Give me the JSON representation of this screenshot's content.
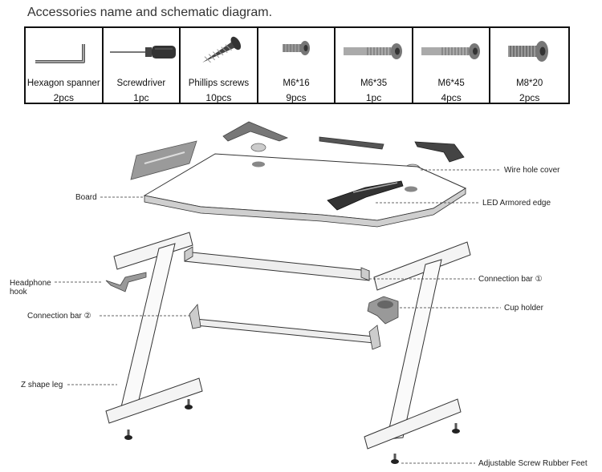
{
  "title": "Accessories name and schematic diagram.",
  "accessories": [
    {
      "name": "Hexagon spanner",
      "qty": "2pcs",
      "icon": "hex-key-icon"
    },
    {
      "name": "Screwdriver",
      "qty": "1pc",
      "icon": "screwdriver-icon"
    },
    {
      "name": "Phillips screws",
      "qty": "10pcs",
      "icon": "wood-screw-icon"
    },
    {
      "name": "M6*16",
      "qty": "9pcs",
      "icon": "bolt-icon"
    },
    {
      "name": "M6*35",
      "qty": "1pc",
      "icon": "bolt-icon"
    },
    {
      "name": "M6*45",
      "qty": "4pcs",
      "icon": "bolt-icon"
    },
    {
      "name": "M8*20",
      "qty": "2pcs",
      "icon": "bolt-icon"
    }
  ],
  "labels": {
    "board": "Board",
    "headphone_hook_line1": "Headphone",
    "headphone_hook_line2": "hook",
    "connection_bar_2": "Connection bar ②",
    "z_shape_leg": "Z shape leg",
    "wire_hole_cover": "Wire hole cover",
    "led_armored_edge": "LED Armored edge",
    "connection_bar_1": "Connection bar ①",
    "cup_holder": "Cup holder",
    "rubber_feet": "Adjustable Screw Rubber Feet"
  }
}
